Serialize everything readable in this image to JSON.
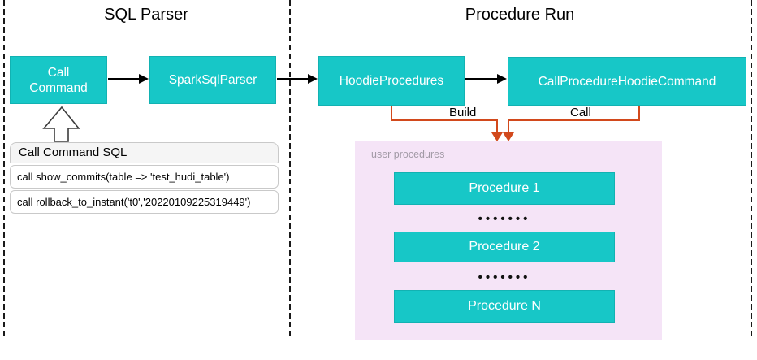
{
  "sections": {
    "sql_parser": {
      "title": "SQL Parser"
    },
    "procedure_run": {
      "title": "Procedure Run"
    }
  },
  "nodes": {
    "call_command": "Call\nCommand",
    "spark_sql_parser": "SparkSqlParser",
    "hoodie_procedures": "HoodieProcedures",
    "call_procedure_hoodie_command": "CallProcedureHoodieCommand"
  },
  "sql_panel": {
    "title": "Call Command SQL",
    "rows": [
      "call show_commits(table => 'test_hudi_table')",
      "call rollback_to_instant('t0','20220109225319449')"
    ]
  },
  "edges": {
    "build_label": "Build",
    "call_label": "Call"
  },
  "user_procedures": {
    "label": "user procedures",
    "items": [
      "Procedure 1",
      "Procedure 2",
      "Procedure N"
    ],
    "dots": "•••••••"
  },
  "colors": {
    "teal": "#17c7c7",
    "orange": "#d2491c",
    "pink": "#f5e4f7",
    "ink": "#000000",
    "gray-label": "#a29aa6"
  }
}
